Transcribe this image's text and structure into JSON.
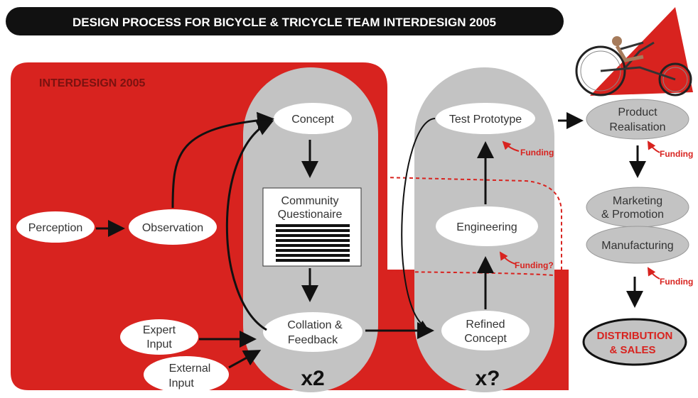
{
  "title": "DESIGN PROCESS FOR BICYCLE & TRICYCLE TEAM INTERDESIGN 2005",
  "region_label": "INTERDESIGN 2005",
  "nodes": {
    "perception": "Perception",
    "observation": "Observation",
    "expert_input": [
      "Expert",
      "Input"
    ],
    "external_input": [
      "External",
      "Input"
    ],
    "concept": "Concept",
    "community_questionnaire": [
      "Community",
      "Questionaire"
    ],
    "collation_feedback": [
      "Collation &",
      "Feedback"
    ],
    "test_prototype": "Test Prototype",
    "engineering": "Engineering",
    "refined_concept": [
      "Refined",
      "Concept"
    ],
    "product_realisation": [
      "Product",
      "Realisation"
    ],
    "marketing_promotion": [
      "Marketing",
      "& Promotion"
    ],
    "manufacturing": "Manufacturing",
    "distribution_sales": [
      "DISTRIBUTION",
      "& SALES"
    ]
  },
  "loop_labels": {
    "loop1": "x2",
    "loop2": "x?"
  },
  "funding_labels": {
    "test_prototype": "Funding",
    "engineering": "Funding?",
    "product_realisation": "Funding",
    "manufacturing": "Funding"
  },
  "image_description": "recumbent-tricycle-photo",
  "colors": {
    "red": "#d8231f",
    "dark_red": "#9a1a14",
    "grey": "#c3c3c3",
    "title_bar": "#111111",
    "funding_text": "#d8231f"
  }
}
